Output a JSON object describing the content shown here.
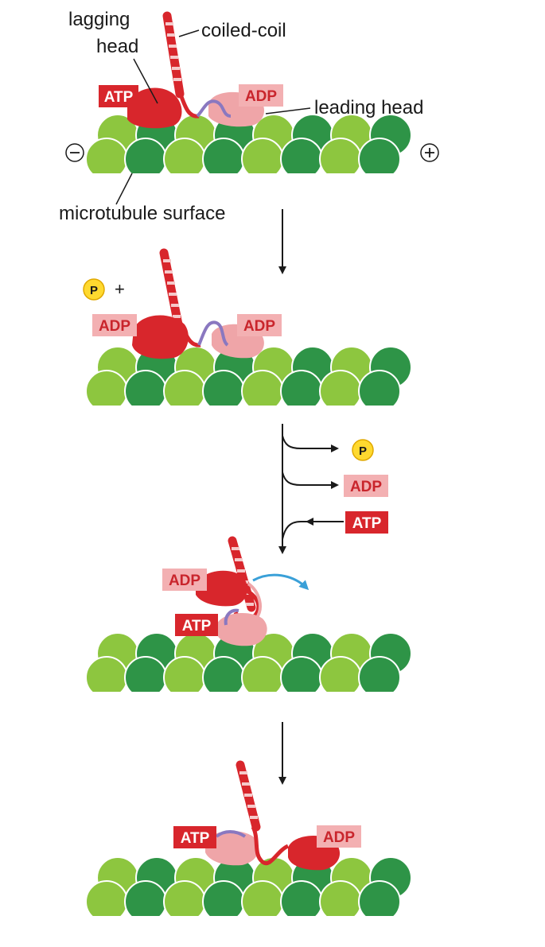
{
  "labels": {
    "lagging_head_line1": "lagging",
    "lagging_head_line2": "head",
    "coiled_coil": "coiled-coil",
    "leading_head": "leading head",
    "microtubule_surface": "microtubule surface",
    "minus_end": "−",
    "plus_end": "+"
  },
  "nucleotides": {
    "atp": "ATP",
    "adp": "ADP",
    "phosphate": "P",
    "plus_sign": "+"
  },
  "colors": {
    "bead_light": "#8dc63f",
    "bead_dark": "#2e9447",
    "head_dark": "#d8262c",
    "head_light": "#efa5a8",
    "neck_linker": "#8a78c0",
    "atp_tag": "#d8262c",
    "adp_tag": "#f3b0b2",
    "phosphate_fill": "#ffd92f",
    "motion_arrow": "#3aa0d8"
  },
  "stages": [
    {
      "lagging_head_nucleotide": "ATP",
      "leading_head_nucleotide": "ADP"
    },
    {
      "lagging_head_nucleotide": "ADP",
      "leading_head_nucleotide": "ADP",
      "released": "P"
    },
    {
      "upper_head_nucleotide": "ADP",
      "bound_head_nucleotide": "ATP",
      "released": [
        "P",
        "ADP"
      ],
      "bound": "ATP"
    },
    {
      "trailing_head_nucleotide": "ATP",
      "leading_head_nucleotide": "ADP"
    }
  ]
}
